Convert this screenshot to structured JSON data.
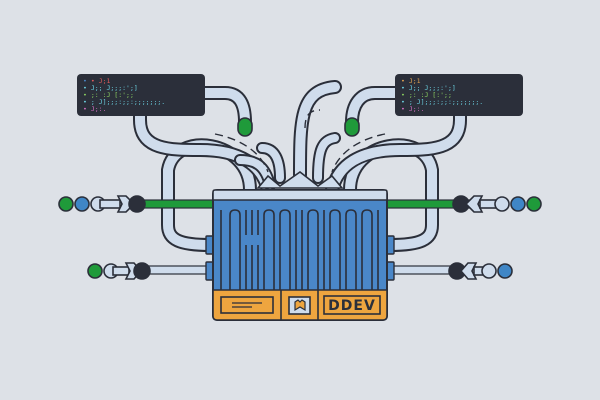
{
  "illustration": {
    "subject": "DDEV container with pipes, connectors and code panels",
    "background_color": "#dde1e7",
    "colors": {
      "outline": "#2b2f3a",
      "pipe_fill": "#cfdcec",
      "container_blue": "#4a87c8",
      "container_top": "#cfdcec",
      "footer_orange": "#eea53f",
      "green": "#1f9a3a",
      "node_blue": "#3f86c6",
      "code_panel": "#2b2f3a"
    },
    "container": {
      "label": "DDEV",
      "footer_segments": [
        "label-plate",
        "bookmark-badge",
        "brand-label"
      ]
    },
    "code_panels": [
      {
        "position": "left",
        "lines": [
          "• J;1",
          "• J;; J;;;:';]",
          "• ;: :J [:';;",
          "• ; J];;;:;;:;;;;;;;.",
          "• J;:."
        ]
      },
      {
        "position": "right",
        "lines": [
          "• J;1",
          "• J;; J;;;:';]",
          "• ;: :J [:';;",
          "• ; J];;;:;;:;;;;;;;.",
          "• J;:."
        ]
      }
    ],
    "connectors": {
      "left_top": [
        "green",
        "blue",
        "light"
      ],
      "left_bottom": [
        "green",
        "light"
      ],
      "right_top": [
        "light",
        "blue",
        "green"
      ],
      "right_bottom": [
        "light",
        "blue"
      ]
    }
  }
}
